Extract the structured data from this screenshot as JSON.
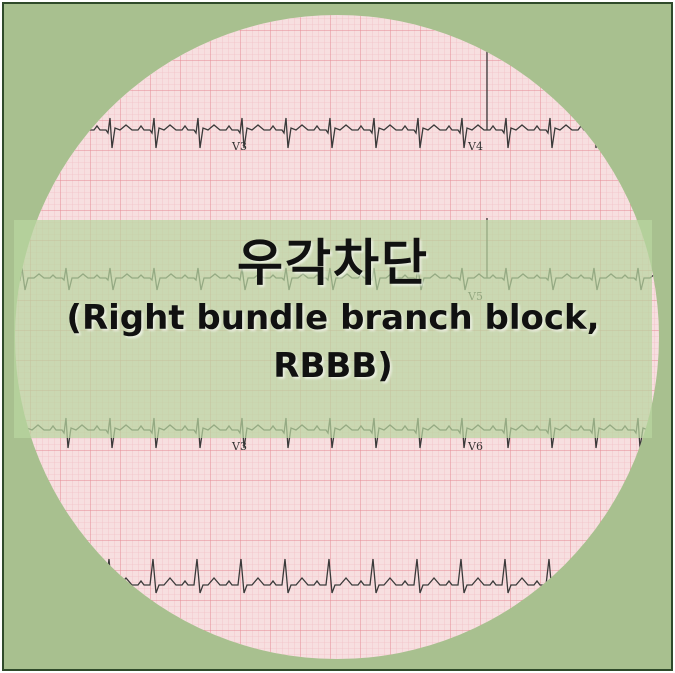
{
  "title": {
    "korean": "우각차단",
    "english_line1": "(Right bundle branch block,",
    "english_line2": "RBBB)"
  },
  "leads": {
    "row1_left": "V3",
    "row1_right": "V4",
    "row2_right": "V5",
    "row3_left": "V3",
    "row3_right": "V6"
  },
  "colors": {
    "frame_bg": "#a8c08f",
    "frame_border": "#2f4a2a",
    "ecg_paper": "#f7dfe0",
    "grid_minor": "#f0b6bb",
    "grid_major": "#e48a93",
    "trace": "#3a3a3a",
    "band": "#b9d6a0"
  },
  "icons": [
    "ecg-strip-illustration"
  ]
}
